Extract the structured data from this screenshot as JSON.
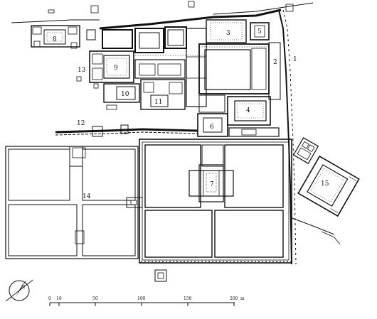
{
  "plan": {
    "room_labels": [
      {
        "id": "1",
        "text": "1"
      },
      {
        "id": "2",
        "text": "2"
      },
      {
        "id": "3",
        "text": "3"
      },
      {
        "id": "4",
        "text": "4"
      },
      {
        "id": "5",
        "text": "5"
      },
      {
        "id": "6",
        "text": "6"
      },
      {
        "id": "7",
        "text": "7"
      },
      {
        "id": "8",
        "text": "8"
      },
      {
        "id": "9",
        "text": "9"
      },
      {
        "id": "10",
        "text": "10"
      },
      {
        "id": "11",
        "text": "11"
      },
      {
        "id": "12",
        "text": "12"
      },
      {
        "id": "13",
        "text": "13"
      },
      {
        "id": "14",
        "text": "14"
      },
      {
        "id": "15",
        "text": "15"
      }
    ],
    "scale_bar": {
      "ticks": [
        "0",
        "10",
        "50",
        "100",
        "150",
        "200"
      ],
      "unit": "m"
    },
    "north_arrow": {
      "letter": "N"
    }
  }
}
